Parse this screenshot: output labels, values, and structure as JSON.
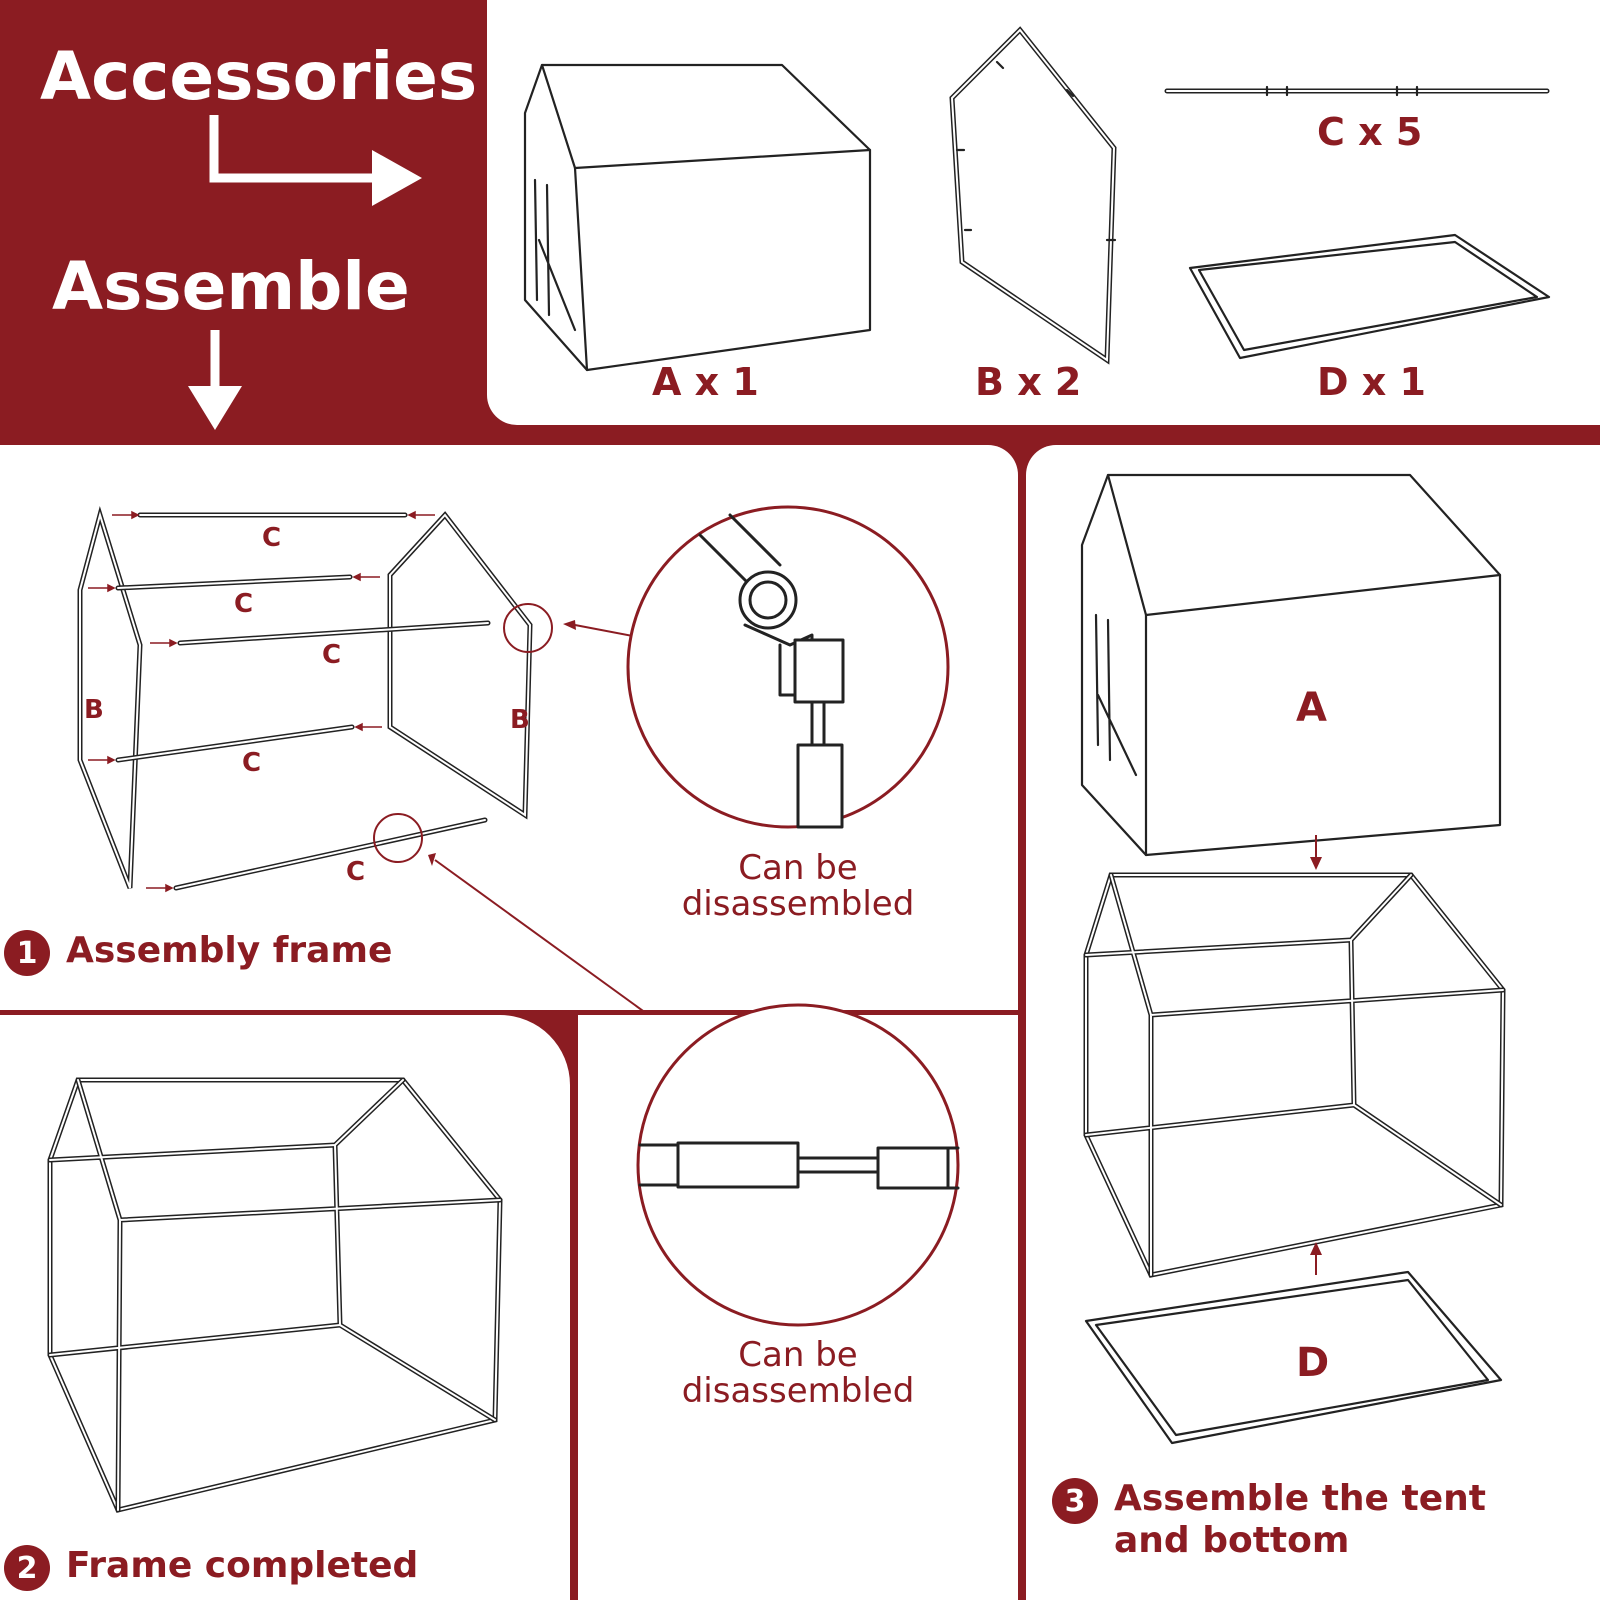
{
  "header": {
    "accessories": "Accessories",
    "assemble": "Assemble"
  },
  "parts": {
    "a": "A x 1",
    "b": "B x 2",
    "c": "C x 5",
    "d": "D x 1"
  },
  "step1": {
    "number": "1",
    "title": "Assembly frame",
    "labels": {
      "b": "B",
      "c": "C"
    },
    "detail_note": "Can be disassembled"
  },
  "step2": {
    "number": "2",
    "title": "Frame completed",
    "detail_note": "Can be disassembled"
  },
  "step3": {
    "number": "3",
    "title_line1": "Assemble the tent",
    "title_line2": "and bottom",
    "label_a": "A",
    "label_d": "D"
  },
  "colors": {
    "brand": "#8b1c22",
    "panel": "#ffffff",
    "line": "#222222"
  }
}
